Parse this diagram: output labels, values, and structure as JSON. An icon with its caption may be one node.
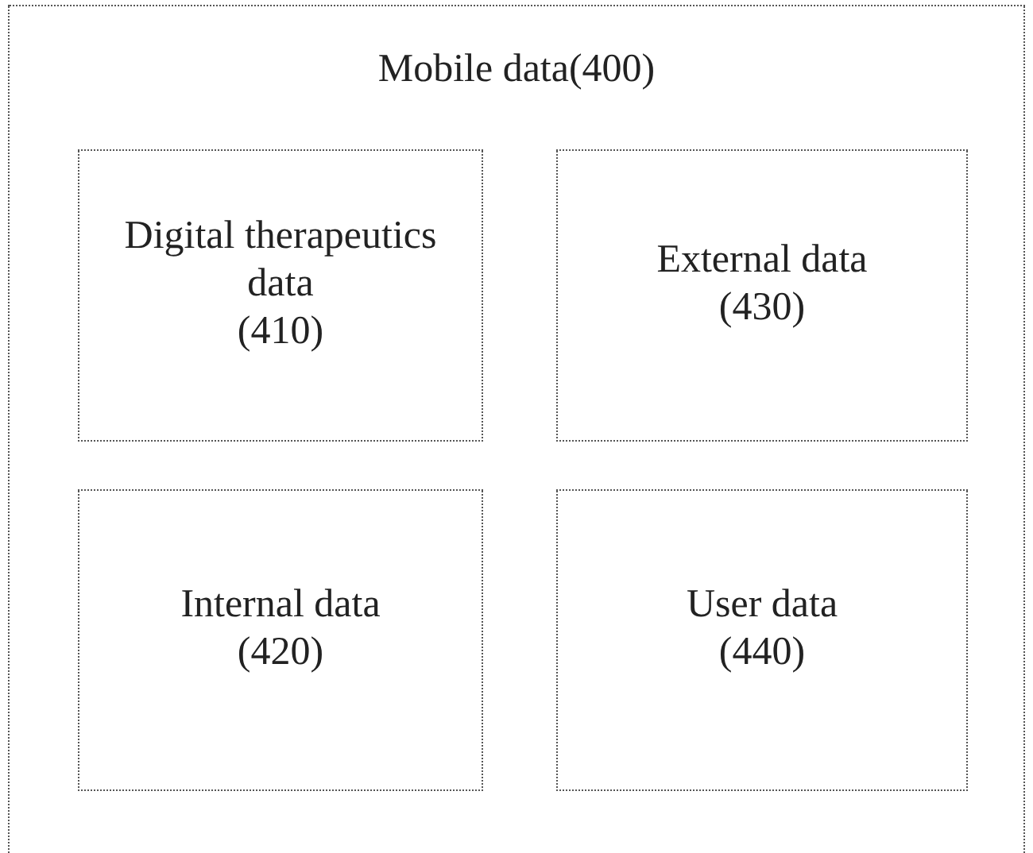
{
  "diagram": {
    "nodes": [
      {
        "text": [
          "Mobile data(400)"
        ]
      },
      {
        "text": [
          "Digital therapeutics data",
          "(410)"
        ],
        "in": 0
      },
      {
        "text": [
          "External data",
          "(430)"
        ],
        "in": 0
      },
      {
        "text": [
          "Internal data",
          "(420)"
        ],
        "in": 0
      },
      {
        "text": [
          "User data",
          "(440)"
        ],
        "in": 0
      }
    ]
  }
}
